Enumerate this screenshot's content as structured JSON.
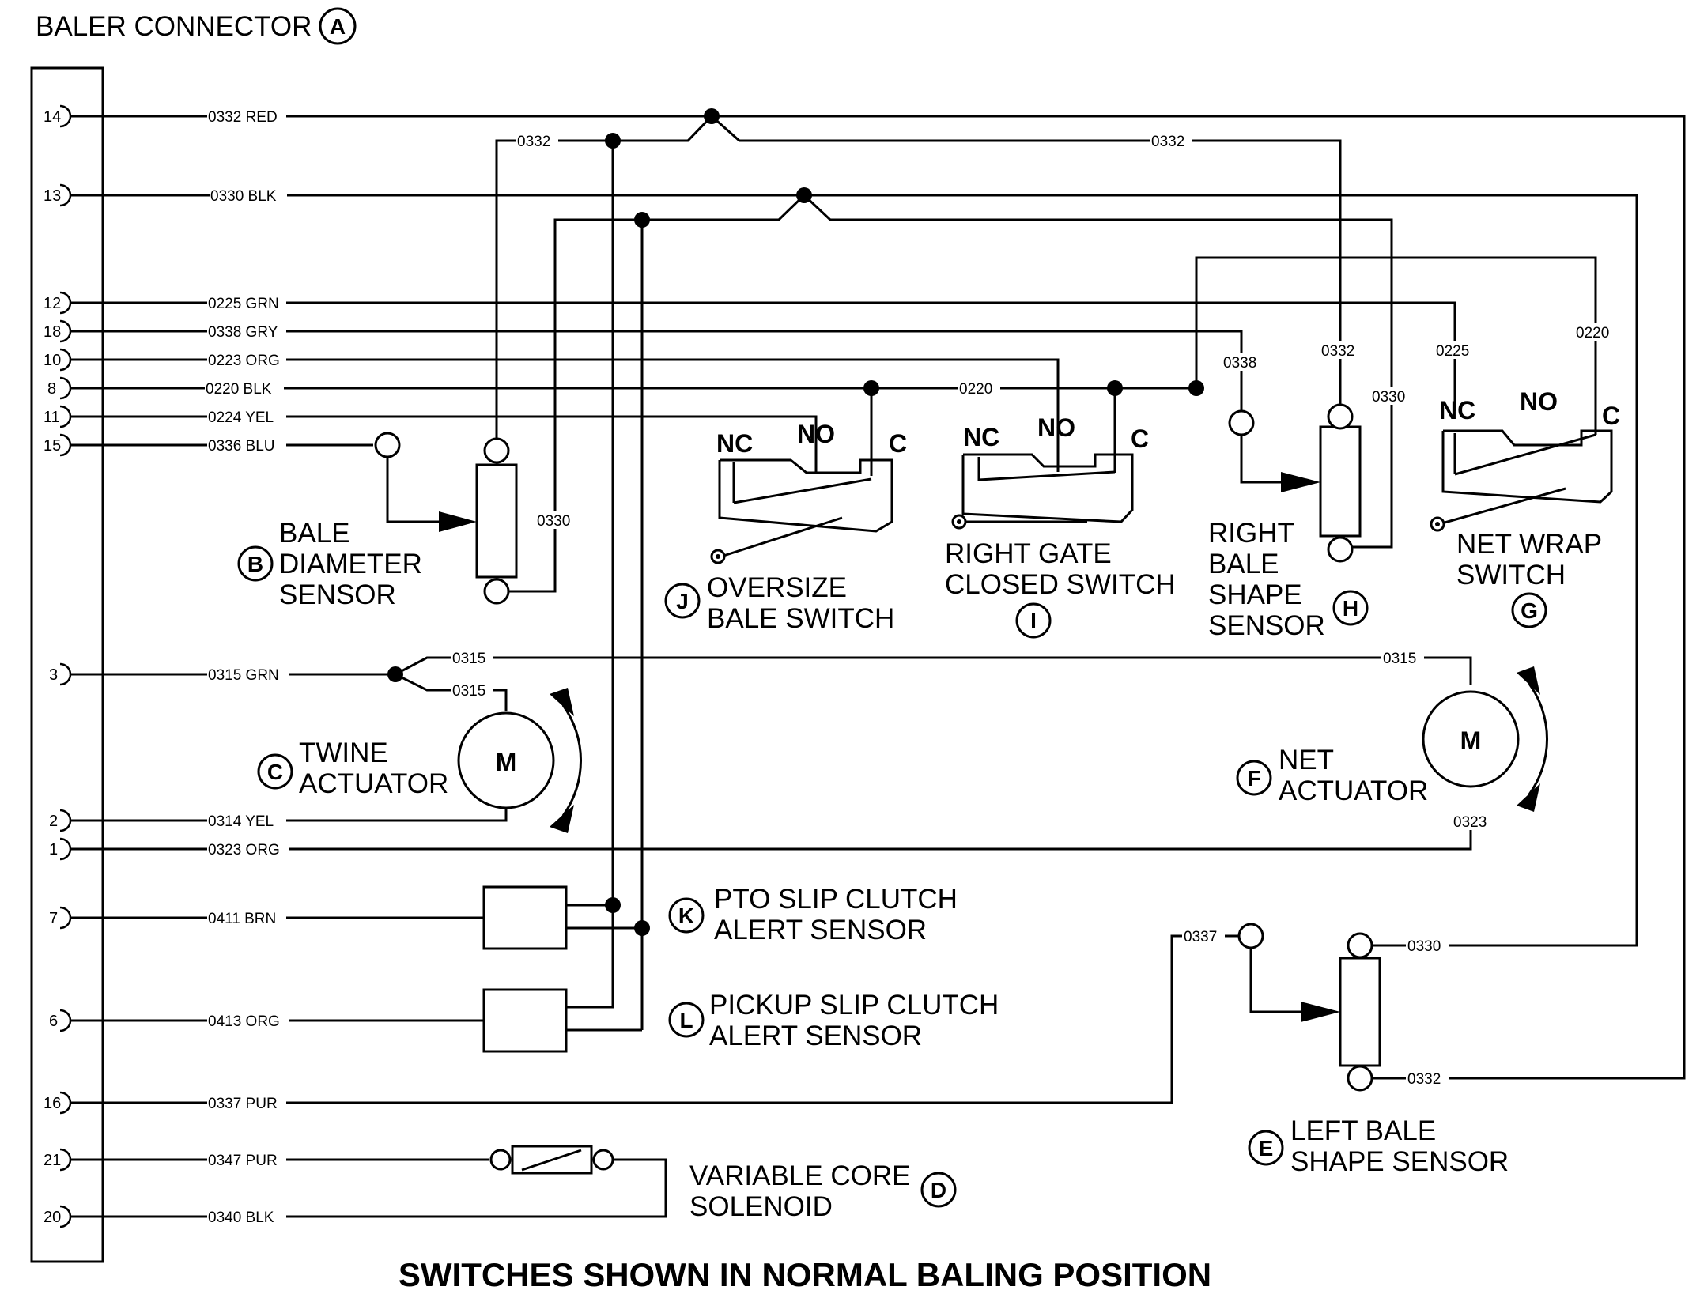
{
  "title": "BALER CONNECTOR",
  "footer": "SWITCHES SHOWN IN NORMAL BALING POSITION",
  "connector_letter": "A",
  "pins": [
    "14",
    "13",
    "12",
    "18",
    "10",
    "8",
    "11",
    "15",
    "3",
    "2",
    "1",
    "7",
    "6",
    "16",
    "21",
    "20"
  ],
  "wires": {
    "w14": "0332 RED",
    "w13": "0330 BLK",
    "w12": "0225 GRN",
    "w18": "0338 GRY",
    "w10": "0223 ORG",
    "w8": "0220 BLK",
    "w11": "0224 YEL",
    "w15": "0336 BLU",
    "w3": "0315 GRN",
    "w2": "0314 YEL",
    "w1": "0323 ORG",
    "w7": "0411 BRN",
    "w6": "0413 ORG",
    "w16": "0337 PUR",
    "w21": "0347 PUR",
    "w20": "0340 BLK"
  },
  "circuit_labels": {
    "c0332": "0332",
    "c0330": "0330",
    "c0220": "0220",
    "c0338": "0338",
    "c0225": "0225",
    "c0315": "0315",
    "c0323": "0323",
    "c0337": "0337"
  },
  "switch_terms": {
    "nc": "NC",
    "no": "NO",
    "c": "C"
  },
  "motor_symbol": "M",
  "components": {
    "B": {
      "letter": "B",
      "lines": [
        "BALE",
        "DIAMETER",
        "SENSOR"
      ]
    },
    "C": {
      "letter": "C",
      "lines": [
        "TWINE",
        "ACTUATOR"
      ]
    },
    "D": {
      "letter": "D",
      "lines": [
        "VARIABLE CORE",
        "SOLENOID"
      ]
    },
    "E": {
      "letter": "E",
      "lines": [
        "LEFT BALE",
        "SHAPE SENSOR"
      ]
    },
    "F": {
      "letter": "F",
      "lines": [
        "NET",
        "ACTUATOR"
      ]
    },
    "G": {
      "letter": "G",
      "lines": [
        "NET WRAP",
        "SWITCH"
      ]
    },
    "H": {
      "letter": "H",
      "lines": [
        "RIGHT",
        "BALE",
        "SHAPE",
        "SENSOR"
      ]
    },
    "I": {
      "letter": "I",
      "lines": [
        "RIGHT GATE",
        "CLOSED SWITCH"
      ]
    },
    "J": {
      "letter": "J",
      "lines": [
        "OVERSIZE",
        "BALE SWITCH"
      ]
    },
    "K": {
      "letter": "K",
      "lines": [
        "PTO SLIP CLUTCH",
        "ALERT SENSOR"
      ]
    },
    "L": {
      "letter": "L",
      "lines": [
        "PICKUP SLIP CLUTCH",
        "ALERT SENSOR"
      ]
    }
  }
}
